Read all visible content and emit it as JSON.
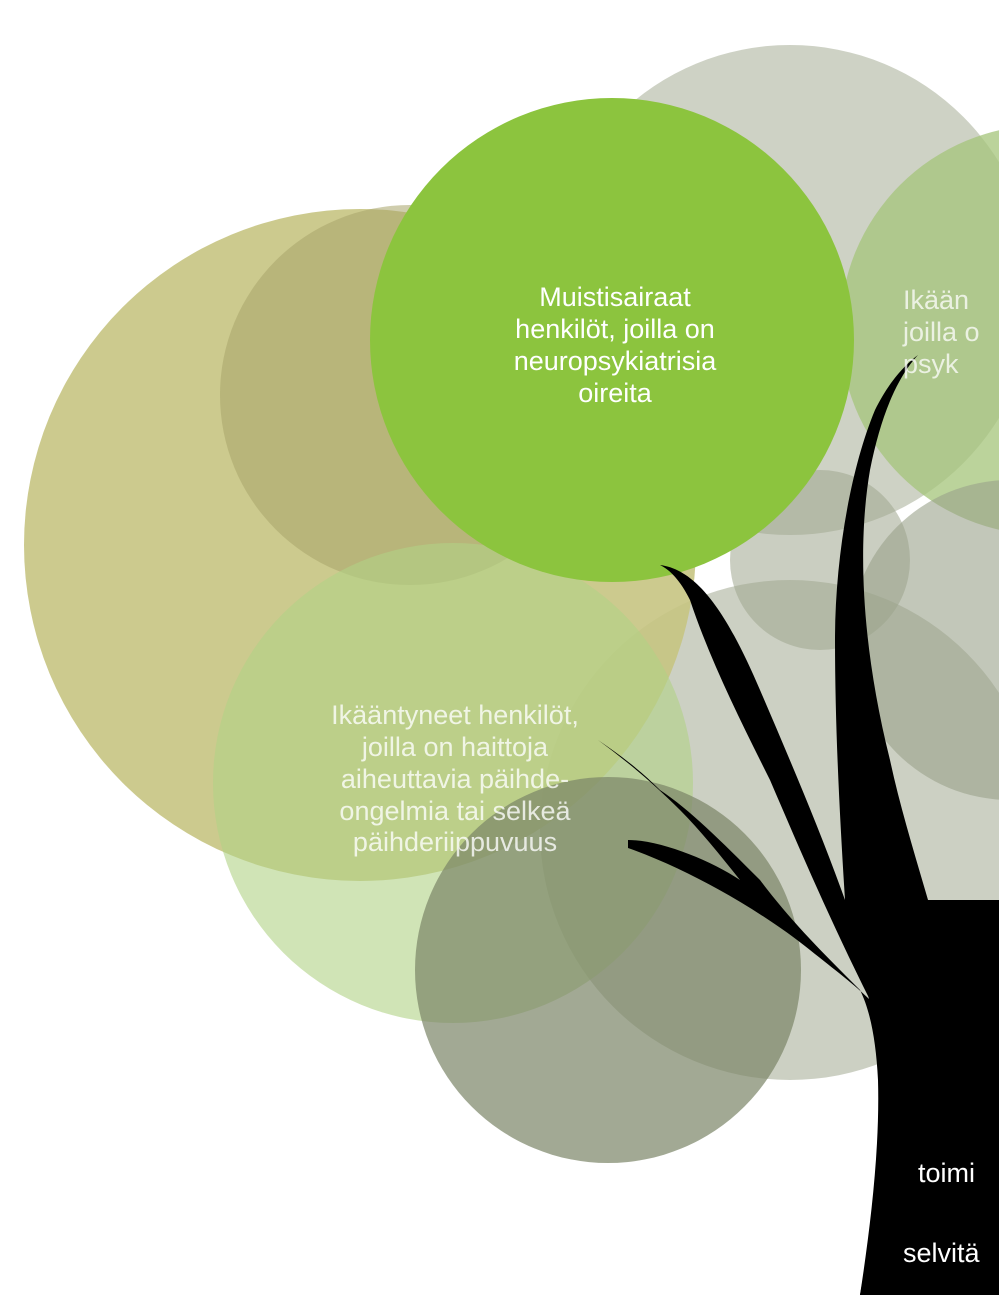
{
  "circles": {
    "muisti": {
      "lines": [
        "Muistisairaat",
        "henkilöt, joilla on",
        "neuropsykiatrisia",
        "oireita"
      ]
    },
    "paihde": {
      "lines": [
        "Ikääntyneet henkilöt,",
        "joilla on haittoja",
        "aiheuttavia päihde-",
        "ongelmia tai selkeä",
        "päihderiippuvuus"
      ]
    },
    "ikaan_partial": {
      "lines": [
        "Ikään",
        "joilla o",
        "psyk"
      ]
    }
  },
  "trunk": {
    "line1": "toimi",
    "line2": "selvitä"
  },
  "colors": {
    "bright_green": "#8cc63f",
    "olive": "#c8c685",
    "light_green": "#b8d68f",
    "grey_green": "#a3ab92",
    "pale_grey": "#c9cdbf",
    "tree": "#000000"
  }
}
